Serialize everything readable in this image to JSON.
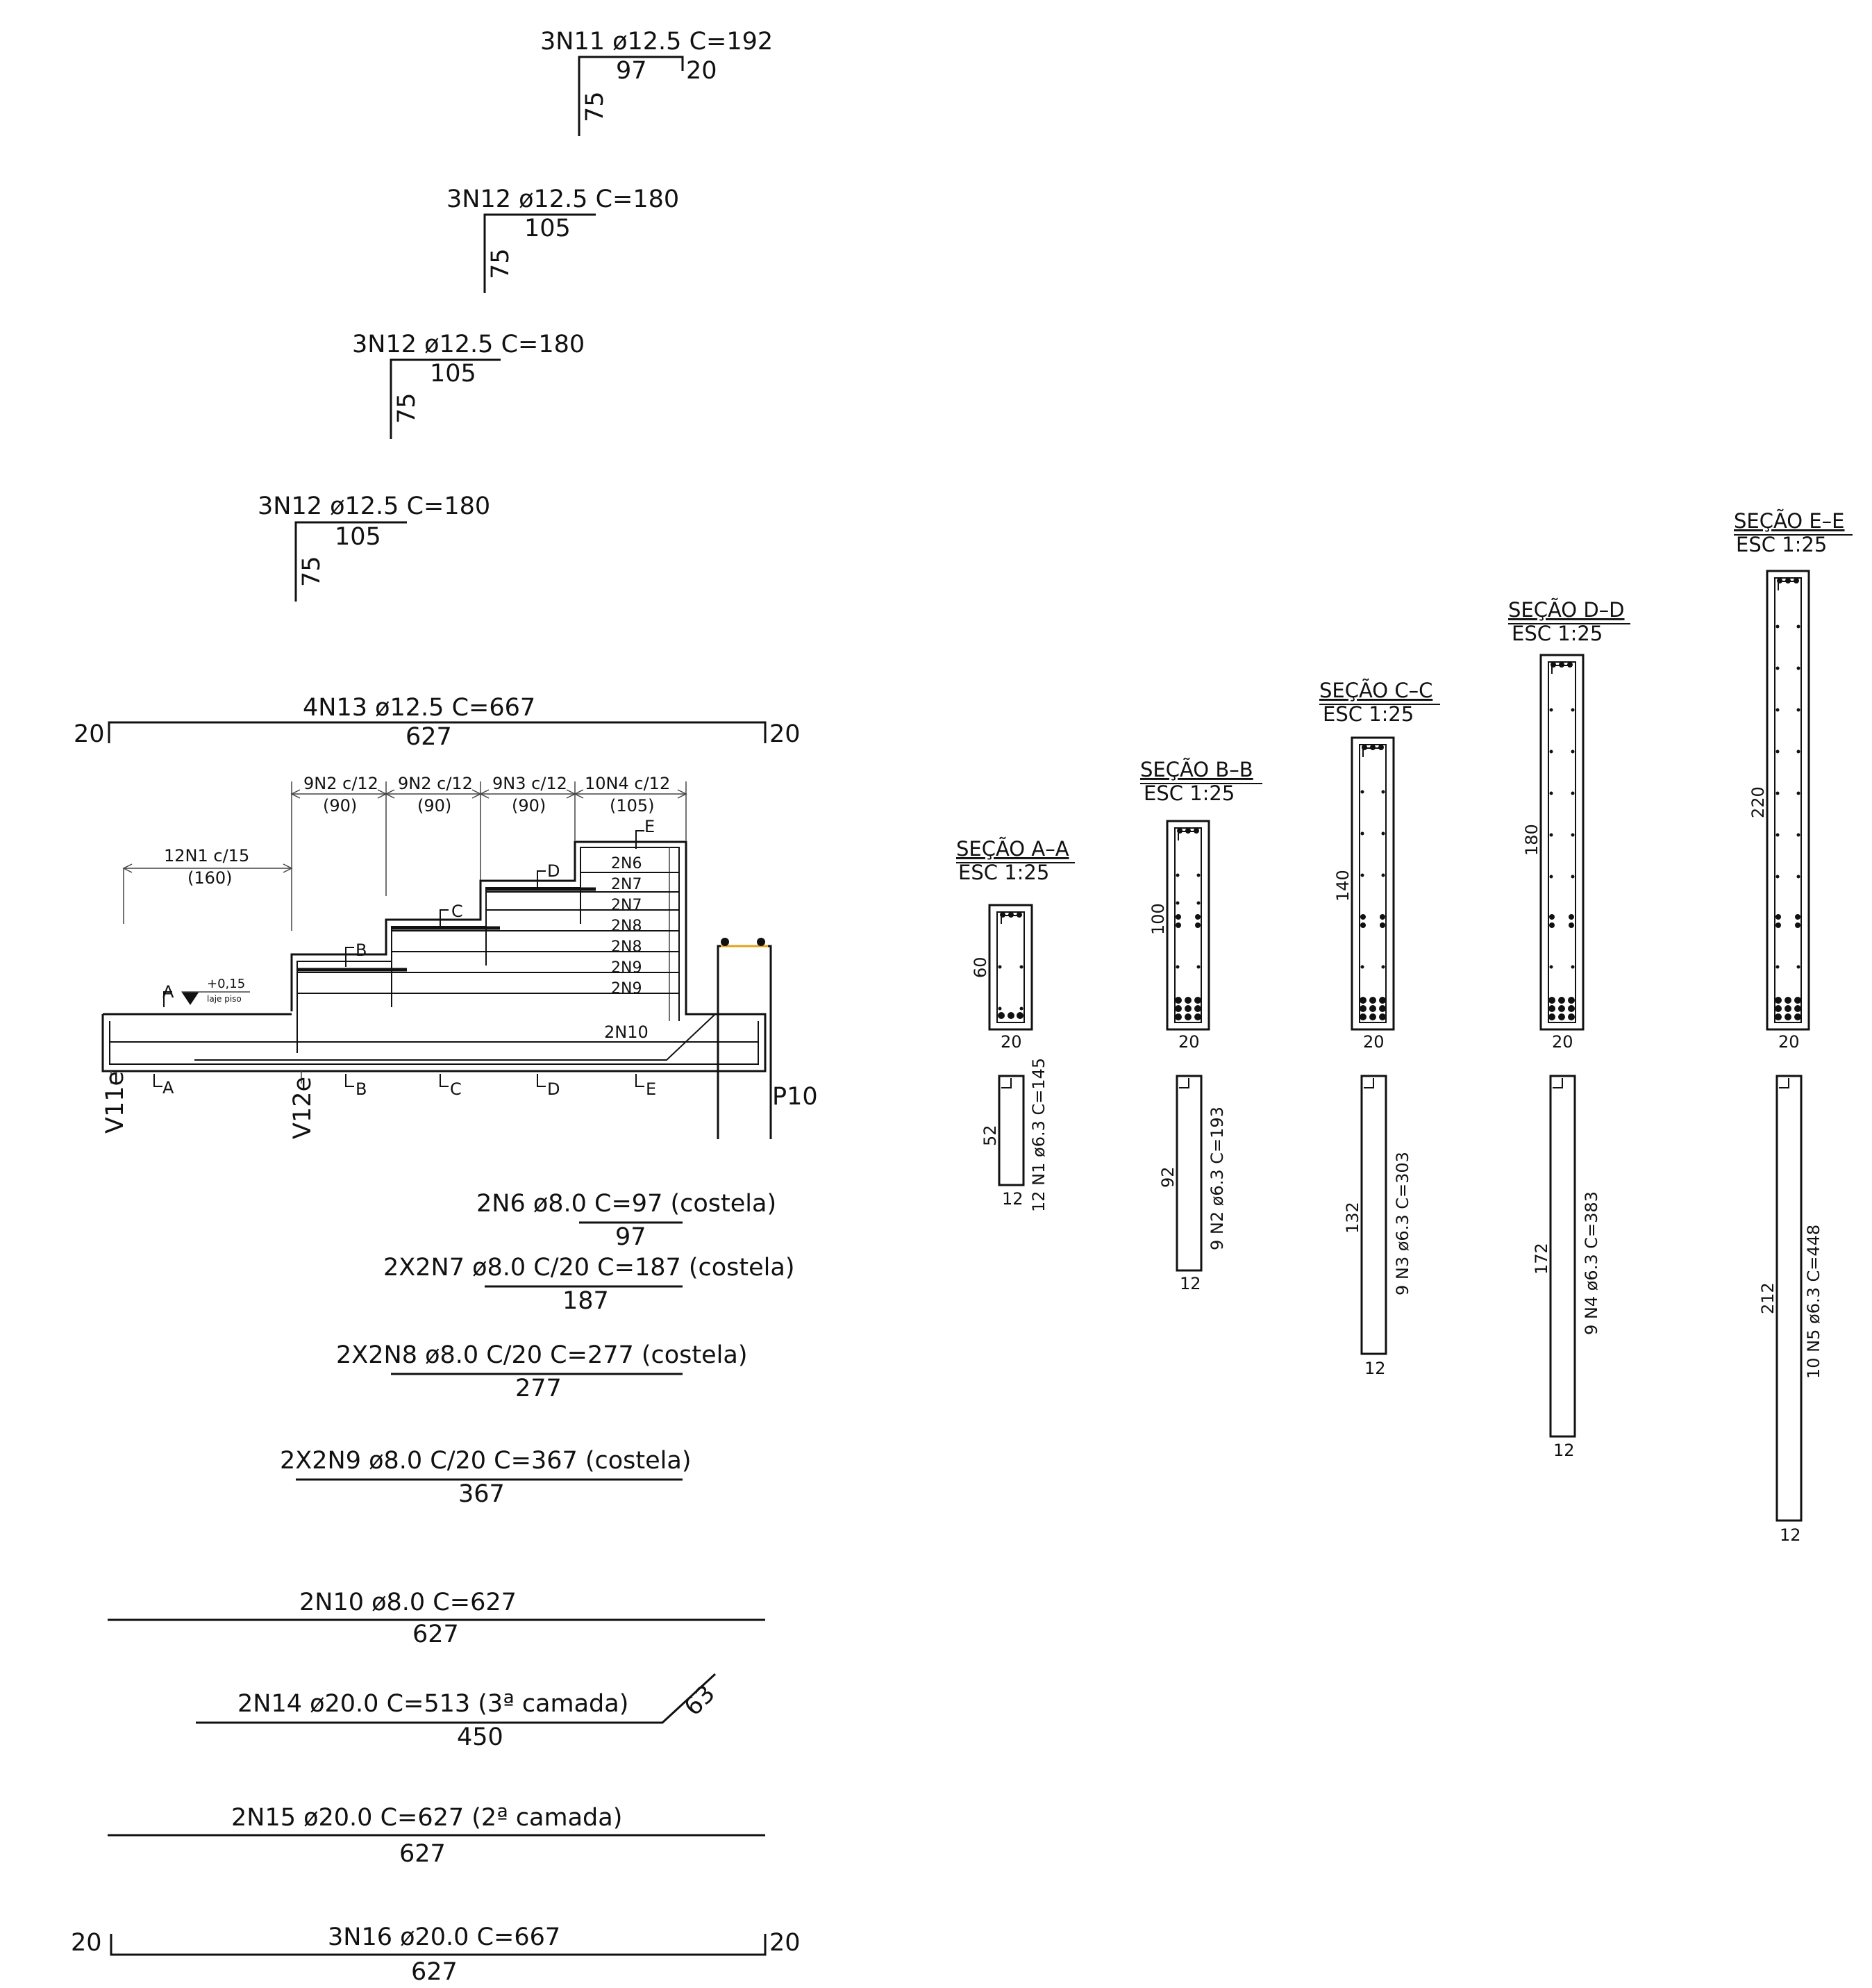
{
  "bars_top": [
    {
      "label": "3N11  ø12.5   C=192",
      "horiz": "97",
      "vert": "75",
      "hook": "20"
    },
    {
      "label": "3N12  ø12.5   C=180",
      "horiz": "105",
      "vert": "75"
    },
    {
      "label": "3N12  ø12.5   C=180",
      "horiz": "105",
      "vert": "75"
    },
    {
      "label": "3N12  ø12.5   C=180",
      "horiz": "105",
      "vert": "75"
    }
  ],
  "n13": {
    "label": "4N13  ø12.5   C=667",
    "length": "627",
    "hook_left": "20",
    "hook_right": "20"
  },
  "elevation": {
    "stirrups_main": {
      "label": "12N1  c/15",
      "sub": "(160)"
    },
    "stirrup_groups": [
      {
        "label": "9N2  c/12",
        "sub": "(90)"
      },
      {
        "label": "9N2  c/12",
        "sub": "(90)"
      },
      {
        "label": "9N3  c/12",
        "sub": "(90)"
      },
      {
        "label": "10N4  c/12",
        "sub": "(105)"
      }
    ],
    "costela_labels": [
      "2N6",
      "2N7",
      "2N7",
      "2N8",
      "2N8",
      "2N9",
      "2N9"
    ],
    "n10_label": "2N10",
    "level_value": "+0,15",
    "level_note": "laje piso",
    "cut_letters": [
      "A",
      "B",
      "C",
      "D",
      "E"
    ],
    "supports": {
      "left": "V11e",
      "mid": "V12e",
      "right": "P10"
    }
  },
  "bars_bottom": [
    {
      "label": "2N6  ø8.0    C=97  (costela)",
      "length": "97"
    },
    {
      "label": "2X2N7  ø8.0  C/20    C=187  (costela)",
      "length": "187"
    },
    {
      "label": "2X2N8  ø8.0  C/20    C=277  (costela)",
      "length": "277"
    },
    {
      "label": "2X2N9  ø8.0  C/20    C=367  (costela)",
      "length": "367"
    },
    {
      "label": "2N10  ø8.0    C=627",
      "length": "627"
    },
    {
      "label": "2N14  ø20.0    C=513  (3ª  camada)",
      "length": "450",
      "bend": "63"
    },
    {
      "label": "2N15  ø20.0    C=627  (2ª  camada)",
      "length": "627"
    },
    {
      "label": "3N16  ø20.0    C=667",
      "length": "627",
      "hook_left": "20",
      "hook_right": "20"
    }
  ],
  "sections": [
    {
      "title": "SEÇÃO  A–A",
      "scale": "ESC  1:25",
      "height": "60",
      "width": "20",
      "stirrup_h": "52",
      "stirrup_w": "12",
      "stirrup_label": "12  N1  ø6.3  C=145"
    },
    {
      "title": "SEÇÃO  B–B",
      "scale": "ESC  1:25",
      "height": "100",
      "width": "20",
      "stirrup_h": "92",
      "stirrup_w": "12",
      "stirrup_label": "9  N2  ø6.3  C=193"
    },
    {
      "title": "SEÇÃO  C–C",
      "scale": "ESC  1:25",
      "height": "140",
      "width": "20",
      "stirrup_h": "132",
      "stirrup_w": "12",
      "stirrup_label": "9  N3  ø6.3  C=303"
    },
    {
      "title": "SEÇÃO  D–D",
      "scale": "ESC  1:25",
      "height": "180",
      "width": "20",
      "stirrup_h": "172",
      "stirrup_w": "12",
      "stirrup_label": "9  N4  ø6.3  C=383"
    },
    {
      "title": "SEÇÃO  E–E",
      "scale": "ESC  1:25",
      "height": "220",
      "width": "20",
      "stirrup_h": "212",
      "stirrup_w": "12",
      "stirrup_label": "10  N5  ø6.3  C=448"
    }
  ]
}
